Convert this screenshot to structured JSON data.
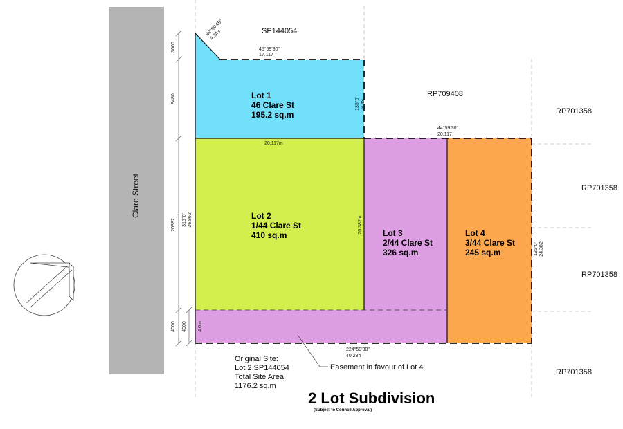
{
  "street": {
    "name": "Clare Street"
  },
  "parcels": {
    "north": "SP144054",
    "rp709408": "RP709408",
    "rp701358_a": "RP701358",
    "rp701358_b": "RP701358",
    "rp701358_c": "RP701358",
    "rp701358_d": "RP701358"
  },
  "lots": [
    {
      "name": "Lot 1",
      "address": "46 Clare St",
      "area": "195.2 sq.m",
      "color": "#72e0fb"
    },
    {
      "name": "Lot 2",
      "address": "1/44 Clare St",
      "area": "410 sq.m",
      "color": "#d3ef4e"
    },
    {
      "name": "Lot 3",
      "address": "2/44 Clare St",
      "area": "326 sq.m",
      "color": "#dd9ee3"
    },
    {
      "name": "Lot 4",
      "address": "3/44 Clare St",
      "area": "245 sq.m",
      "color": "#fca64d"
    }
  ],
  "dimensions": {
    "corner_bearing": "89°59'45\"",
    "corner_length": "4.243",
    "lot1_top_bearing": "45°59'30\"",
    "lot1_top_length": "17.117",
    "lot1_right_bearing": "135°0'",
    "lot1_right_length": "9.48",
    "lot2_top": "20.117m",
    "lot34_top_bearing": "44°59'30\"",
    "lot34_top_length": "20.117",
    "lot2_left_bearing": "315°0'",
    "lot2_left_length": "36.862",
    "lot2_right": "20.382m",
    "lot4_right_bearing": "135°0'",
    "lot4_right_length": "24.382",
    "bottom_bearing": "224°59'30\"",
    "bottom_length": "40.234",
    "easement_width": "4.0m",
    "side_3000": "3000",
    "side_9480": "9480",
    "side_20382": "20382",
    "side_4000_a": "4000",
    "side_4000_b": "4000"
  },
  "notes": {
    "original_line1": "Original Site:",
    "original_line2": "Lot 2 SP144054",
    "original_line3": "Total Site Area",
    "original_line4": "1176.2 sq.m",
    "easement": "Easement in favour of Lot 4"
  },
  "title": {
    "main": "2  Lot Subdivision",
    "sub": "(Subject to Council Approval)"
  },
  "colors": {
    "street": "#b4b4b4",
    "easement": "#dd9ee3"
  }
}
